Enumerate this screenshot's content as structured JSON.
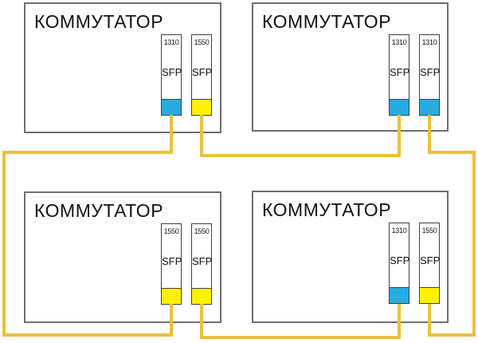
{
  "diagram": {
    "type": "fiber-optic network topology",
    "background": "#ffffff",
    "cable_color": "#E9C13C",
    "switch_border_color": "#6e6e6e",
    "module_border_color": "#3f3f3f",
    "wavelength_colors": {
      "1310": "#29ABE2",
      "1550": "#FFF200"
    }
  },
  "switches": [
    {
      "id": "top-left",
      "label": "КОММУТАТОР",
      "ports": [
        {
          "wavelength": "1310",
          "type_label": "SFP",
          "connector_color": "#29ABE2"
        },
        {
          "wavelength": "1550",
          "type_label": "SFP",
          "connector_color": "#FFF200"
        }
      ]
    },
    {
      "id": "top-right",
      "label": "КОММУТАТОР",
      "ports": [
        {
          "wavelength": "1310",
          "type_label": "SFP",
          "connector_color": "#29ABE2"
        },
        {
          "wavelength": "1310",
          "type_label": "SFP",
          "connector_color": "#29ABE2"
        }
      ]
    },
    {
      "id": "bottom-left",
      "label": "КОММУТАТОР",
      "ports": [
        {
          "wavelength": "1550",
          "type_label": "SFP",
          "connector_color": "#FFF200"
        },
        {
          "wavelength": "1550",
          "type_label": "SFP",
          "connector_color": "#FFF200"
        }
      ]
    },
    {
      "id": "bottom-right",
      "label": "КОММУТАТОР",
      "ports": [
        {
          "wavelength": "1310",
          "type_label": "SFP",
          "connector_color": "#29ABE2"
        },
        {
          "wavelength": "1550",
          "type_label": "SFP",
          "connector_color": "#FFF200"
        }
      ]
    }
  ],
  "connections": [
    {
      "from_switch": "top-left",
      "from_port": 2,
      "from_wavelength": "1550",
      "to_switch": "top-right",
      "to_port": 1,
      "to_wavelength": "1310"
    },
    {
      "from_switch": "top-left",
      "from_port": 1,
      "from_wavelength": "1310",
      "to_switch": "bottom-left",
      "to_port": 1,
      "to_wavelength": "1550"
    },
    {
      "from_switch": "top-right",
      "from_port": 2,
      "from_wavelength": "1310",
      "to_switch": "bottom-right",
      "to_port": 2,
      "to_wavelength": "1550"
    },
    {
      "from_switch": "bottom-left",
      "from_port": 2,
      "from_wavelength": "1550",
      "to_switch": "bottom-right",
      "to_port": 1,
      "to_wavelength": "1310"
    }
  ]
}
